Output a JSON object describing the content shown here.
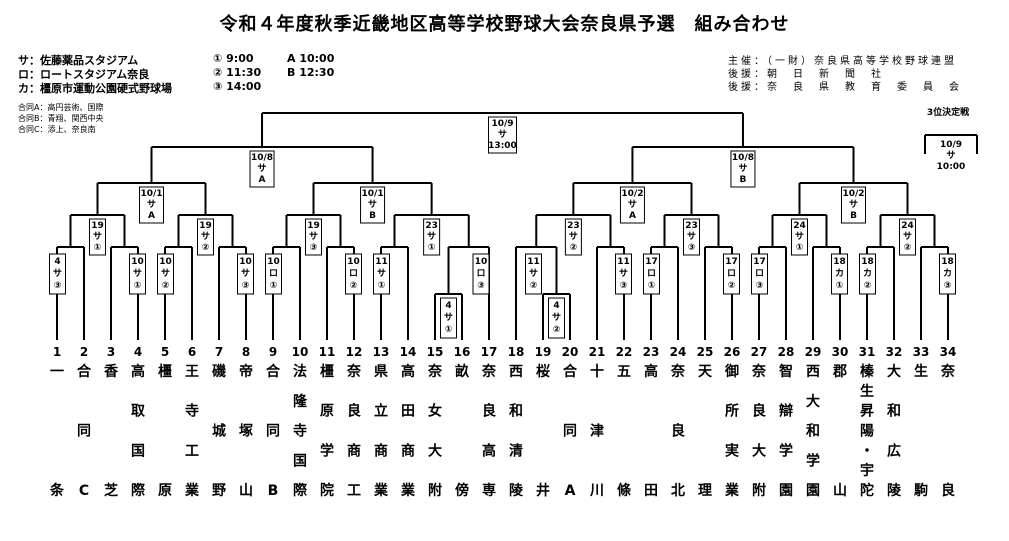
{
  "title": "令和４年度秋季近畿地区高等学校野球大会奈良県予選　組み合わせ",
  "venues": [
    "サ：佐藤薬品スタジアム",
    "ロ：ロートスタジアム奈良",
    "カ：橿原市運動公園硬式野球場"
  ],
  "times_left": [
    "① 9:00",
    "② 11:30",
    "③ 14:00"
  ],
  "times_right": [
    "A 10:00",
    "B 12:30"
  ],
  "organizers": [
    "主催：（一財）奈良県高等学校野球連盟",
    "後援：朝　日　新　聞　社",
    "後援：奈　良　県　教　育　委　員　会"
  ],
  "combined_notes": [
    "合同A：高円芸術、国際",
    "合同B：青翔、関西中央",
    "合同C：添上、奈良南"
  ],
  "third_place_title": "3位決定戦",
  "third_place_match": [
    "10/9",
    "サ",
    "10:00"
  ],
  "final_match": [
    "10/9",
    "サ",
    "13:00"
  ],
  "semi_matches": [
    [
      "10/8",
      "サ",
      "A"
    ],
    [
      "10/8",
      "サ",
      "B"
    ]
  ],
  "quarter_matches": [
    [
      "10/1",
      "サ",
      "A"
    ],
    [
      "10/1",
      "サ",
      "B"
    ],
    [
      "10/2",
      "サ",
      "A"
    ],
    [
      "10/2",
      "サ",
      "B"
    ]
  ],
  "r2_matches": [
    [
      "19",
      "サ",
      "①"
    ],
    [
      "19",
      "サ",
      "②"
    ],
    [
      "19",
      "サ",
      "③"
    ],
    [
      "23",
      "サ",
      "①"
    ],
    [
      "23",
      "サ",
      "②"
    ],
    [
      "23",
      "サ",
      "③"
    ],
    [
      "24",
      "サ",
      "①"
    ],
    [
      "24",
      "サ",
      "②"
    ]
  ],
  "r1_matches": [
    [
      "4",
      "サ",
      "③"
    ],
    [
      "10",
      "サ",
      "①"
    ],
    [
      "10",
      "サ",
      "②"
    ],
    [
      "10",
      "サ",
      "③"
    ],
    [
      "10",
      "ロ",
      "①"
    ],
    [
      "10",
      "ロ",
      "②"
    ],
    [
      "11",
      "サ",
      "①"
    ],
    [
      "10",
      "ロ",
      "③"
    ],
    [
      "11",
      "サ",
      "②"
    ],
    [
      "11",
      "サ",
      "③"
    ],
    [
      "17",
      "ロ",
      "①"
    ],
    [
      "17",
      "ロ",
      "②"
    ],
    [
      "17",
      "ロ",
      "③"
    ],
    [
      "18",
      "カ",
      "①"
    ],
    [
      "18",
      "カ",
      "②"
    ],
    [
      "18",
      "カ",
      "③"
    ]
  ],
  "prelim_matches": [
    [
      "4",
      "サ",
      "①"
    ],
    [
      "4",
      "サ",
      "②"
    ]
  ],
  "teams": [
    {
      "num": "1",
      "name": "一条"
    },
    {
      "num": "2",
      "name": "合同C"
    },
    {
      "num": "3",
      "name": "香芝"
    },
    {
      "num": "4",
      "name": "高取国際"
    },
    {
      "num": "5",
      "name": "橿原"
    },
    {
      "num": "6",
      "name": "王寺工業"
    },
    {
      "num": "7",
      "name": "磯城野"
    },
    {
      "num": "8",
      "name": "帝塚山"
    },
    {
      "num": "9",
      "name": "合同B"
    },
    {
      "num": "10",
      "name": "法隆寺国際"
    },
    {
      "num": "11",
      "name": "橿原学院"
    },
    {
      "num": "12",
      "name": "奈良商工"
    },
    {
      "num": "13",
      "name": "県立商業"
    },
    {
      "num": "14",
      "name": "高田商業"
    },
    {
      "num": "15",
      "name": "奈女大附"
    },
    {
      "num": "16",
      "name": "畝傍"
    },
    {
      "num": "17",
      "name": "奈良高専"
    },
    {
      "num": "18",
      "name": "西和清陵"
    },
    {
      "num": "19",
      "name": "桜井"
    },
    {
      "num": "20",
      "name": "合同A"
    },
    {
      "num": "21",
      "name": "十津川"
    },
    {
      "num": "22",
      "name": "五條"
    },
    {
      "num": "23",
      "name": "高田"
    },
    {
      "num": "24",
      "name": "奈良北"
    },
    {
      "num": "25",
      "name": "天理"
    },
    {
      "num": "26",
      "name": "御所実業"
    },
    {
      "num": "27",
      "name": "奈良大附"
    },
    {
      "num": "28",
      "name": "智辯学園"
    },
    {
      "num": "29",
      "name": "西大和学園"
    },
    {
      "num": "30",
      "name": "郡山"
    },
    {
      "num": "31",
      "name": "榛生昇陽・宇陀"
    },
    {
      "num": "32",
      "name": "大和広陵"
    },
    {
      "num": "33",
      "name": "生駒"
    },
    {
      "num": "34",
      "name": "奈良"
    }
  ]
}
